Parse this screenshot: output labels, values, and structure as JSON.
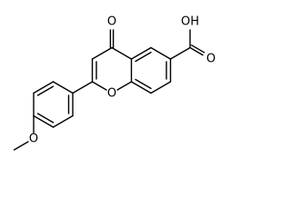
{
  "molecule": {
    "atoms": {
      "ketone_o": "O",
      "ring_o": "O",
      "acid_oh": "OH",
      "acid_o": "O",
      "methoxy_o": "O"
    }
  },
  "colors": {
    "bond": "#000000",
    "label": "#000000",
    "background": "#ffffff"
  }
}
